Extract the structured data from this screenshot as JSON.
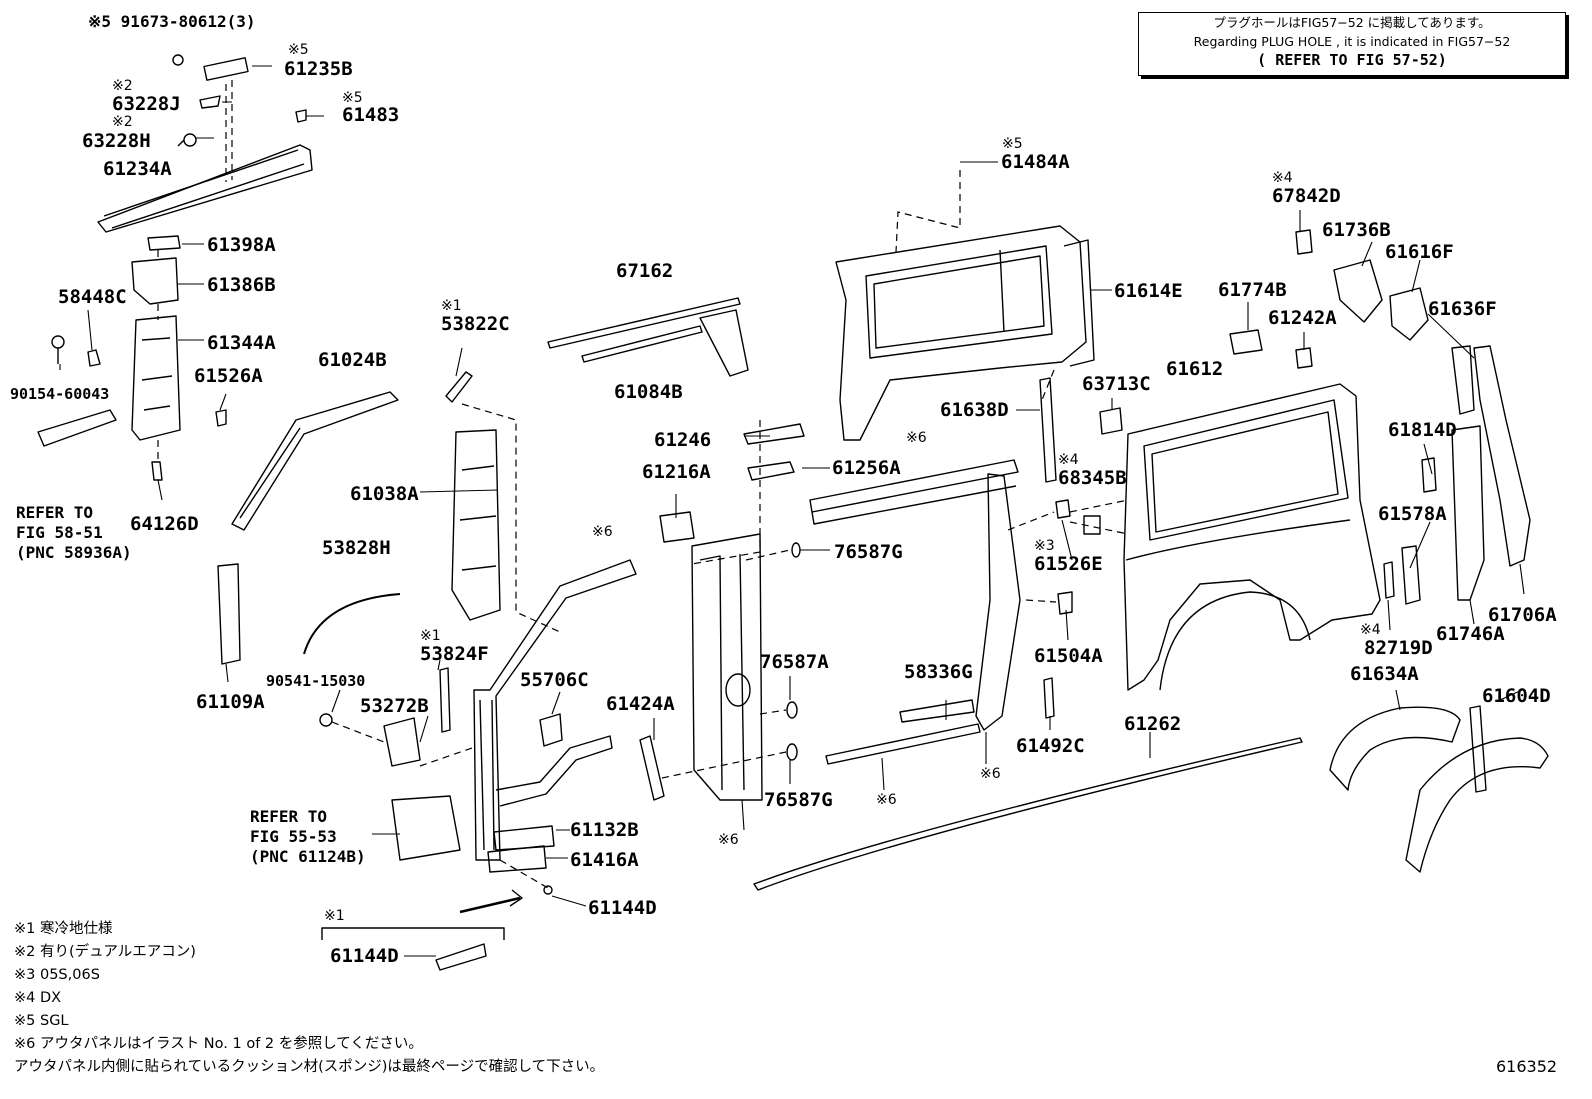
{
  "notice": {
    "line1": "プラグホールはFIG57−52 に掲載してあります。",
    "line2": "Regarding PLUG HOLE , it is indicated in FIG57−52",
    "line3": "( REFER TO FIG 57-52)"
  },
  "labels": {
    "l_91673": "※5 91673-80612(3)",
    "l_61235b": "61235B",
    "l_63228j": "63228J",
    "l_61483": "61483",
    "l_63228h": "63228H",
    "l_61234a": "61234A",
    "l_61398a": "61398A",
    "l_61386b": "61386B",
    "l_58448c": "58448C",
    "l_61344a": "61344A",
    "l_90154": "90154-60043",
    "l_61526a": "61526A",
    "l_64126d": "64126D",
    "l_61024b": "61024B",
    "l_53822c": "53822C",
    "l_61038a": "61038A",
    "l_67162": "67162",
    "l_61084b": "61084B",
    "l_61484a": "61484A",
    "l_61614e": "61614E",
    "l_67842d": "67842D",
    "l_61736b": "61736B",
    "l_61616f": "61616F",
    "l_61636f": "61636F",
    "l_61774b": "61774B",
    "l_61242a": "61242A",
    "l_63713c": "63713C",
    "l_61612": "61612",
    "l_61638d": "61638D",
    "l_61814d": "61814D",
    "l_68345b": "68345B",
    "l_61246": "61246",
    "l_61256a": "61256A",
    "l_61216a": "61216A",
    "l_76587g_top": "76587G",
    "l_61526e": "61526E",
    "l_61578a": "61578A",
    "l_53828h": "53828H",
    "l_61109a": "61109A",
    "l_53824f": "53824F",
    "l_90541": "90541-15030",
    "l_53272b": "53272B",
    "l_55706c": "55706C",
    "l_61424a": "61424A",
    "l_76587a": "76587A",
    "l_58336g": "58336G",
    "l_61504a": "61504A",
    "l_61492c": "61492C",
    "l_61262": "61262",
    "l_61706a": "61706A",
    "l_61746a": "61746A",
    "l_82719d": "82719D",
    "l_61634a": "61634A",
    "l_61604d": "61604D",
    "l_61132b": "61132B",
    "l_61416a": "61416A",
    "l_76587g_bot": "76587G",
    "l_61144d": "61144D",
    "l_61144d_2": "61144D"
  },
  "marks": {
    "m5a": "※5",
    "m2a": "※2",
    "m5b": "※5",
    "m2b": "※2",
    "m1a": "※1",
    "m5c": "※5",
    "m4a": "※4",
    "m6a": "※6",
    "m4b": "※4",
    "m3a": "※3",
    "m6b": "※6",
    "m1b": "※1",
    "m6c": "※6",
    "m6d": "※6",
    "m6e": "※6",
    "m4c": "※4",
    "m1c": "※1"
  },
  "refer1": [
    "REFER TO",
    "FIG 58-51",
    "(PNC 58936A)"
  ],
  "refer2": [
    "REFER TO",
    "FIG 55-53",
    "(PNC 61124B)"
  ],
  "legend": [
    "※1 寒冷地仕様",
    "※2 有り(デュアルエアコン)",
    "※3 05S,06S",
    "※4 DX",
    "※5 SGL",
    "※6 アウタパネルはイラスト No. 1 of 2 を参照してください。",
    "アウタパネル内側に貼られているクッション材(スポンジ)は最終ページで確認して下さい。"
  ],
  "fig_number": "616352"
}
